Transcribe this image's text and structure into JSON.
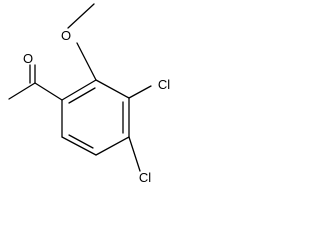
{
  "molecule": {
    "atoms": {
      "carbonyl_oxygen": "O",
      "methoxy_oxygen": "O",
      "chlorine_4": "Cl",
      "chlorine_5": "Cl"
    }
  },
  "colors": {
    "bond": "#000000",
    "label": "#000000",
    "background": "#ffffff"
  }
}
